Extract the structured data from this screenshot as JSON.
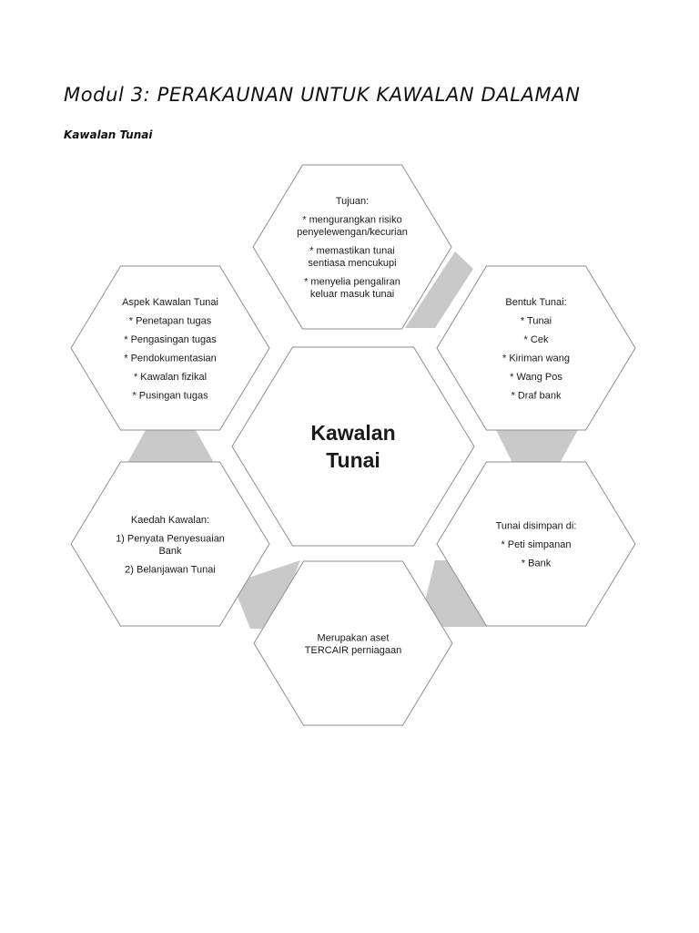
{
  "page": {
    "title": "Modul 3: PERAKAUNAN UNTUK KAWALAN DALAMAN",
    "subtitle": "Kawalan Tunai"
  },
  "colors": {
    "hex_fill": "#ffffff",
    "hex_stroke": "#8f8f8f",
    "connector": "#c9c9c9"
  },
  "diagram": {
    "center": {
      "lines": [
        "Kawalan",
        "Tunai"
      ]
    },
    "nodes": [
      {
        "id": "tujuan",
        "heading": "Tujuan:",
        "items": [
          [
            "* mengurangkan risiko",
            "penyelewengan/kecurian"
          ],
          [
            "* memastikan tunai",
            "sentiasa mencukupi"
          ],
          [
            "* menyelia pengaliran",
            "keluar masuk tunai"
          ]
        ]
      },
      {
        "id": "bentuk-tunai",
        "heading": "Bentuk Tunai:",
        "items": [
          [
            "* Tunai"
          ],
          [
            "* Cek"
          ],
          [
            "* Kiriman wang"
          ],
          [
            "* Wang Pos"
          ],
          [
            "* Draf bank"
          ]
        ]
      },
      {
        "id": "tunai-disimpan",
        "heading": "Tunai disimpan di:",
        "items": [
          [
            "* Peti simpanan"
          ],
          [
            "* Bank"
          ]
        ]
      },
      {
        "id": "aset-tercair",
        "heading": "",
        "items": [
          [
            "Merupakan aset",
            "TERCAIR perniagaan"
          ]
        ]
      },
      {
        "id": "kaedah-kawalan",
        "heading": "Kaedah Kawalan:",
        "items": [
          [
            "1) Penyata Penyesuaian",
            "Bank"
          ],
          [
            "2) Belanjawan Tunai"
          ]
        ]
      },
      {
        "id": "aspek-kawalan",
        "heading": "Aspek Kawalan Tunai",
        "items": [
          [
            "* Penetapan tugas"
          ],
          [
            "* Pengasingan tugas"
          ],
          [
            "* Pendokumentasian"
          ],
          [
            "* Kawalan fizikal"
          ],
          [
            "* Pusingan tugas"
          ]
        ]
      }
    ]
  }
}
